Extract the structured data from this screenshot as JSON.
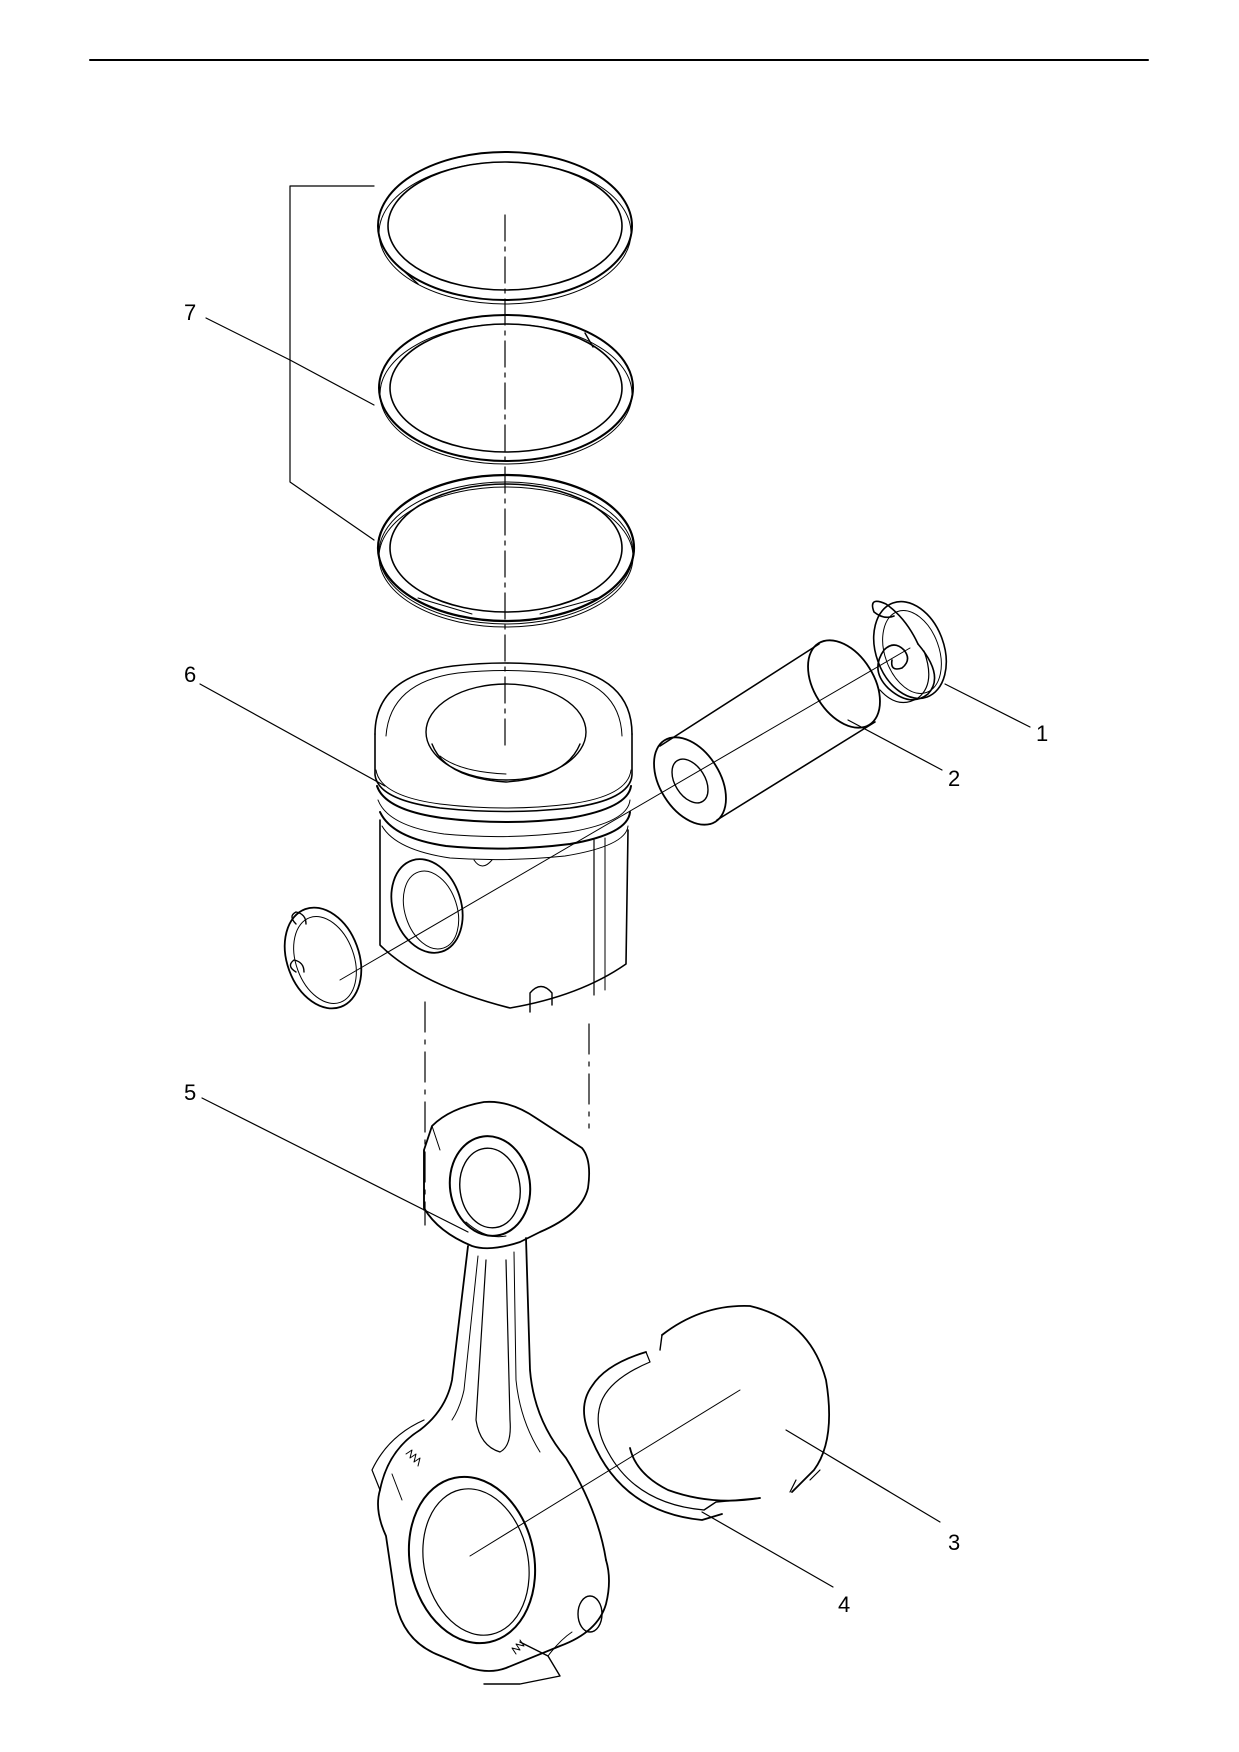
{
  "callouts": {
    "c1": "1",
    "c2": "2",
    "c3": "3",
    "c4": "4",
    "c5": "5",
    "c6": "6",
    "c7": "7"
  },
  "parts": [
    "piston-pin-retaining-ring",
    "piston-pin",
    "connecting-rod-bearing-upper",
    "connecting-rod-bearing-lower",
    "connecting-rod",
    "piston",
    "piston-ring-set"
  ]
}
